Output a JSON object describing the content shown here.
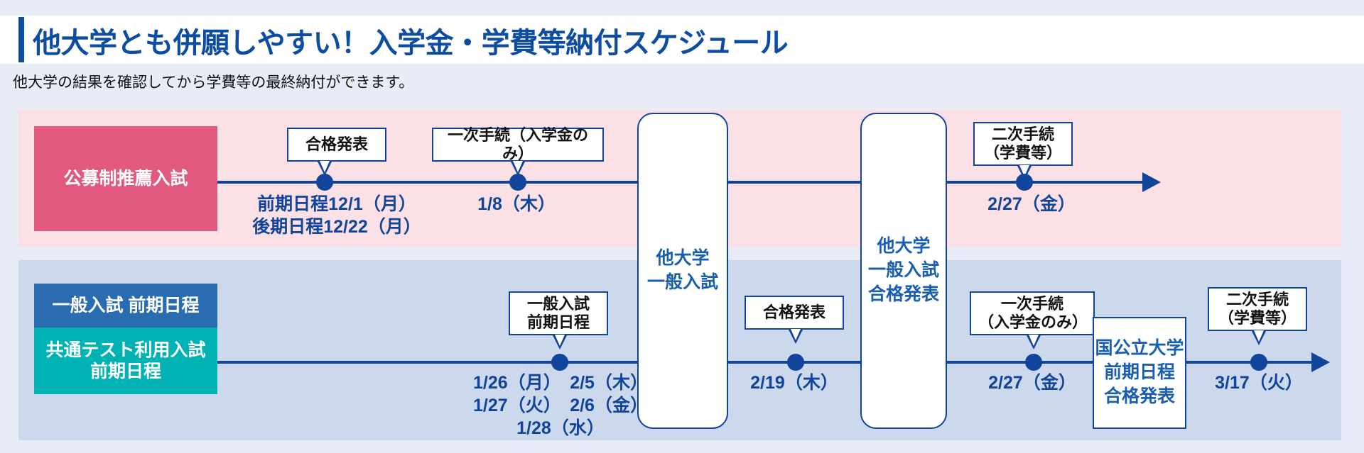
{
  "header": {
    "title": "他大学とも併願しやすい！入学金・学費等納付スケジュール",
    "subtitle": "他大学の結果を確認してから学費等の最終納付ができます。",
    "accent_color": "#0c4da2"
  },
  "colors": {
    "page_background": "#e8ecf7",
    "band_pink": "#fbe0e6",
    "band_blue": "#ccd9ec",
    "label_pink": "#e2597f",
    "label_blue": "#2a6cb0",
    "label_teal": "#00b2b3",
    "timeline": "#11449b",
    "box_text_blue": "#1a5fae"
  },
  "rows": [
    {
      "id": "suisen",
      "labels": [
        {
          "text": "公募制推薦入試",
          "color": "#e2597f"
        }
      ],
      "milestones": [
        {
          "callout": "合格発表",
          "date": "前期日程12/1（月）\n後期日程12/22（月）"
        },
        {
          "callout": "一次手続（入学金のみ）",
          "date": "1/8（木）"
        },
        {
          "callout": "二次手続\n（学費等）",
          "date": "2/27（金）"
        }
      ]
    },
    {
      "id": "ippan",
      "labels": [
        {
          "text": "一般入試 前期日程",
          "color": "#2a6cb0"
        },
        {
          "text": "共通テスト利用入試\n前期日程",
          "color": "#00b2b3"
        }
      ],
      "milestones": [
        {
          "callout": "一般入試\n前期日程",
          "date": "1/26（月）　2/5（木）\n1/27（火）　2/6（金）\n1/28（水）"
        },
        {
          "callout": "合格発表",
          "date": "2/19（木）"
        },
        {
          "callout": "一次手続\n（入学金のみ）",
          "date": "2/27（金）"
        },
        {
          "callout": "二次手続\n（学費等）",
          "date": "3/17（火）"
        }
      ]
    }
  ],
  "event_boxes": [
    {
      "id": "other-univ-exam",
      "text": "他大学\n一般入試"
    },
    {
      "id": "other-univ-result",
      "text": "他大学\n一般入試\n合格発表"
    },
    {
      "id": "national-result",
      "text": "国公立大学\n前期日程\n合格発表"
    }
  ]
}
